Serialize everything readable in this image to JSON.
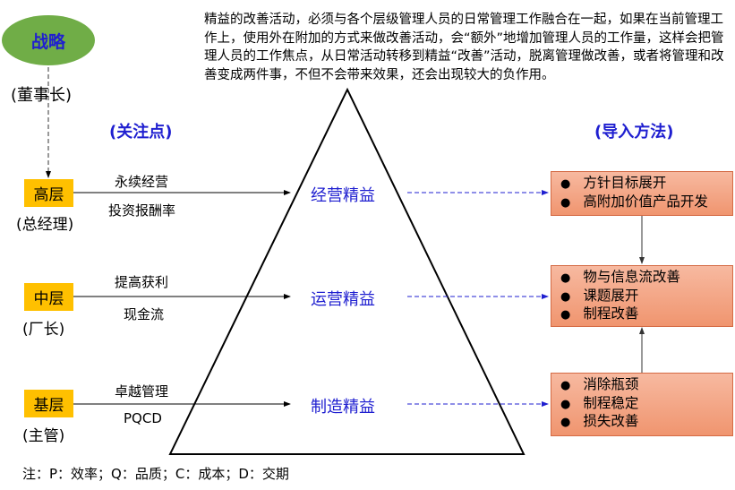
{
  "paragraph": "精益的改善活动，必须与各个层级管理人员的日常管理工作融合在一起，如果在当前管理工作上，使用外在附加的方式来做改善活动，会“额外”地增加管理人员的工作量，这样会把管理人员的工作焦点，从日常活动转移到精益“改善”活动，脱离管理做改善，或者将管理和改善变成两件事，不但不会带来效果，还会出现较大的负作用。",
  "strategy": {
    "label": "战略",
    "role": "(董事长)"
  },
  "focus_header": "(关注点)",
  "method_header": "(导入方法)",
  "levels": [
    {
      "label": "高层",
      "role": "(总经理)",
      "focus_top": "永续经营",
      "focus_bottom": "投资报酬率",
      "lean": "经营精益",
      "methods": [
        "方针目标展开",
        "高附加价值产品开发"
      ]
    },
    {
      "label": "中层",
      "role": "(厂长)",
      "focus_top": "提高获利",
      "focus_bottom": "现金流",
      "lean": "运营精益",
      "methods": [
        "物与信息流改善",
        "课题展开",
        "制程改善"
      ]
    },
    {
      "label": "基层",
      "role": "(主管)",
      "focus_top": "卓越管理",
      "focus_bottom": "PQCD",
      "lean": "制造精益",
      "methods": [
        "消除瓶颈",
        "制程稳定",
        "损失改善"
      ]
    }
  ],
  "note": "注：P：效率；Q：品质；C：成本；D：交期"
}
